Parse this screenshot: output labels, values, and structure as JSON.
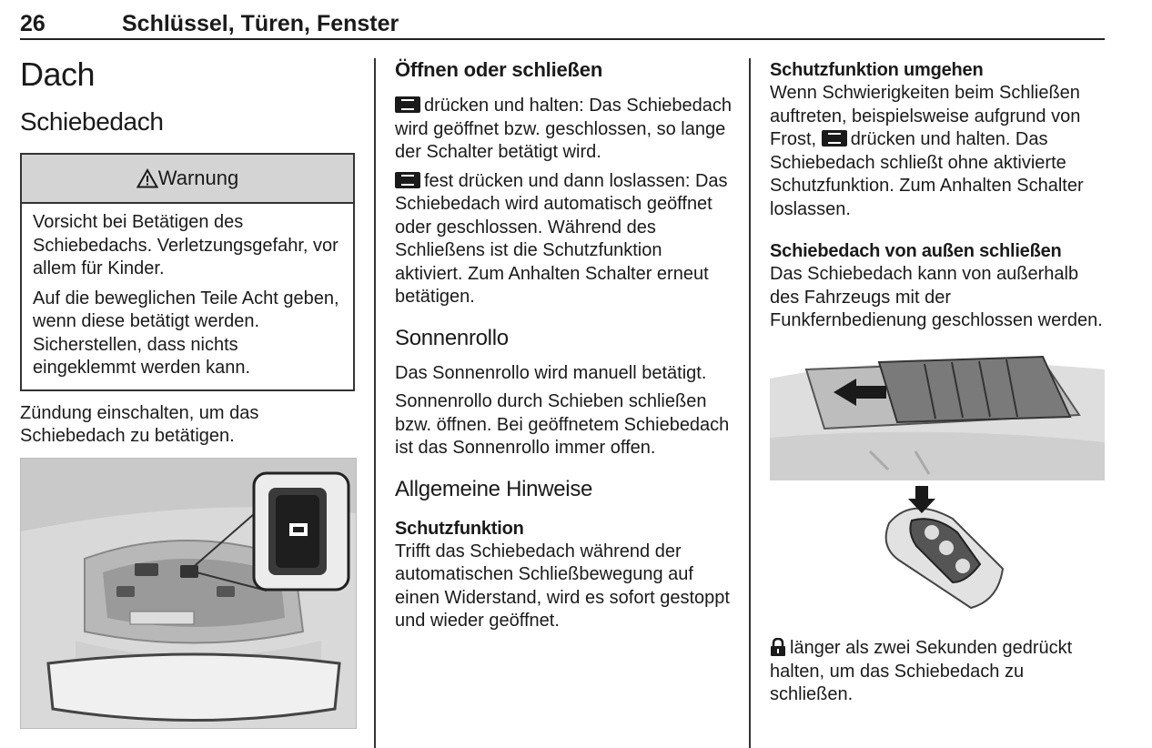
{
  "header": {
    "page_number": "26",
    "chapter": "Schlüssel, Türen, Fenster"
  },
  "col1": {
    "title": "Dach",
    "subtitle": "Schiebedach",
    "warning": {
      "label": "Warnung",
      "para1": "Vorsicht bei Betätigen des Schiebedachs. Verletzungsgefahr, vor allem für Kinder.",
      "para2": "Auf die beweglichen Teile Acht geben, wenn diese betätigt werden. Sicherstellen, dass nichts eingeklemmt werden kann."
    },
    "para": "Zündung einschalten, um das Schiebedach zu betätigen."
  },
  "col2": {
    "h_open": "Öffnen oder schließen",
    "p_open1": "drücken und halten: Das Schiebedach wird geöffnet bzw. geschlossen, so lange der Schalter betätigt wird.",
    "p_open2": "fest drücken und dann loslassen: Das Schiebedach wird automatisch geöffnet oder geschlossen. Während des Schließens ist die Schutzfunktion aktiviert. Zum Anhalten Schalter erneut betätigen.",
    "h_sun": "Sonnenrollo",
    "p_sun1": "Das Sonnenrollo wird manuell betätigt.",
    "p_sun2": "Sonnenrollo durch Schieben schließen bzw. öffnen. Bei geöffnetem Schiebedach ist das Sonnenrollo immer offen.",
    "h_gen": "Allgemeine Hinweise",
    "h_prot": "Schutzfunktion",
    "p_prot": "Trifft das Schiebedach während der automatischen Schließbewegung auf einen Widerstand, wird es sofort gestoppt und wieder geöffnet."
  },
  "col3": {
    "h_bypass": "Schutzfunktion umgehen",
    "p_bypass_a": "Wenn Schwierigkeiten beim Schließen auftreten, beispielsweise aufgrund von Frost,",
    "p_bypass_b": "drücken und halten. Das Schiebedach schließt ohne aktivierte Schutzfunktion. Zum Anhalten Schalter loslassen.",
    "h_outside": "Schiebedach von außen schließen",
    "p_outside": "Das Schiebedach kann von außerhalb des Fahrzeugs mit der Funkfernbedienung geschlossen werden.",
    "p_lock": "länger als zwei Sekunden gedrückt halten, um das Schiebedach zu schließen."
  }
}
